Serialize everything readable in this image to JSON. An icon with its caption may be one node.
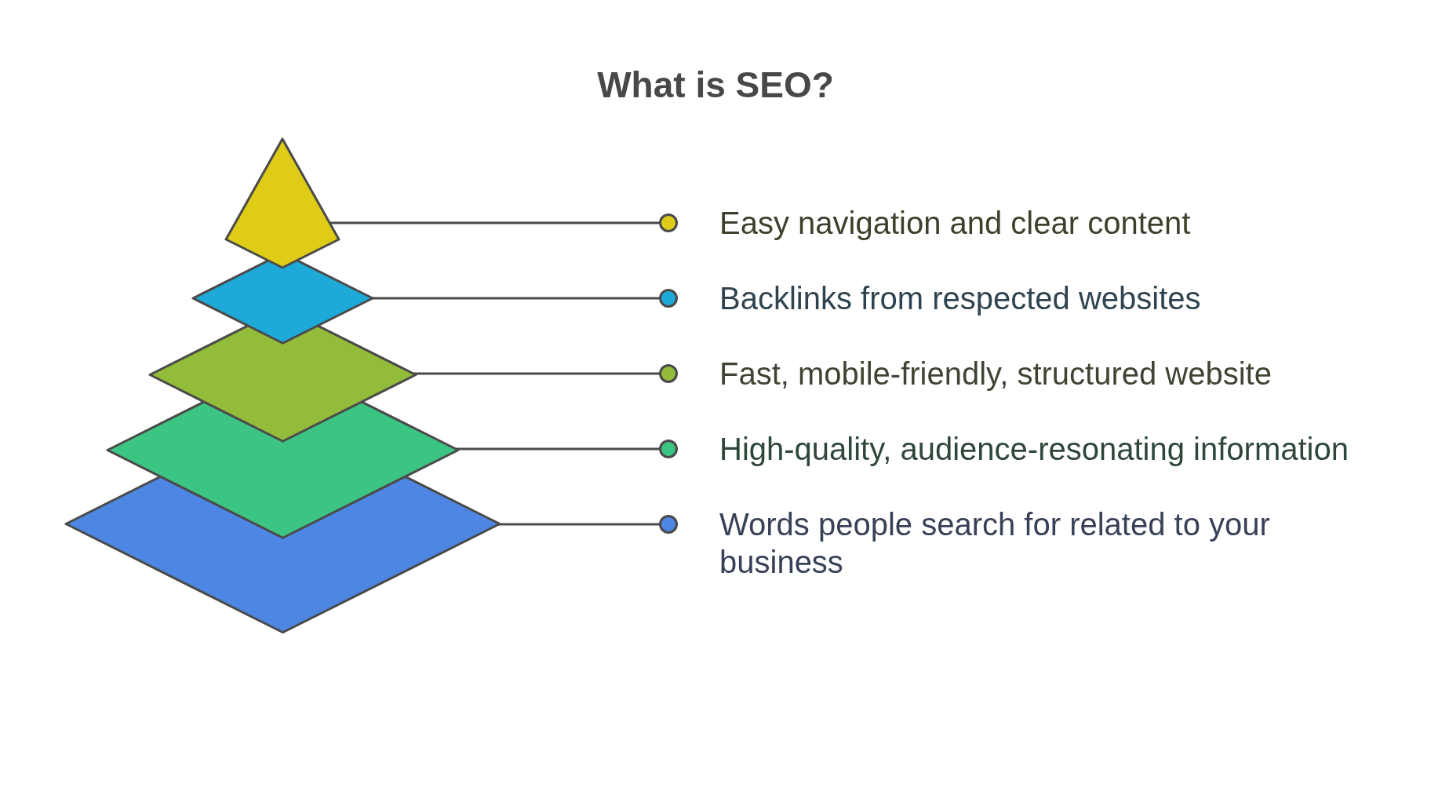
{
  "diagram": {
    "title": "What is SEO?",
    "nodes": [
      {
        "text": [],
        "shape": "triangle"
      },
      {
        "text": [
          "Easy navigation and clear content"
        ]
      },
      {
        "text": [],
        "shape": "diamond"
      },
      {
        "text": [
          "Backlinks from respected websites"
        ]
      },
      {
        "text": [],
        "shape": "diamond"
      },
      {
        "text": [
          "Fast, mobile-friendly, structured website"
        ]
      },
      {
        "text": [],
        "shape": "diamond"
      },
      {
        "text": [
          "High-quality, audience-resonating information"
        ]
      },
      {
        "text": [],
        "shape": "diamond"
      },
      {
        "text": [
          "Words people search for related to your business"
        ]
      }
    ],
    "edges": [
      {
        "from": 1,
        "to": 0,
        "arrow": "other"
      },
      {
        "from": 3,
        "to": 2,
        "arrow": "other"
      },
      {
        "from": 5,
        "to": 4,
        "arrow": "other"
      },
      {
        "from": 7,
        "to": 6,
        "arrow": "other"
      },
      {
        "from": 9,
        "to": 8,
        "arrow": "other"
      }
    ]
  }
}
